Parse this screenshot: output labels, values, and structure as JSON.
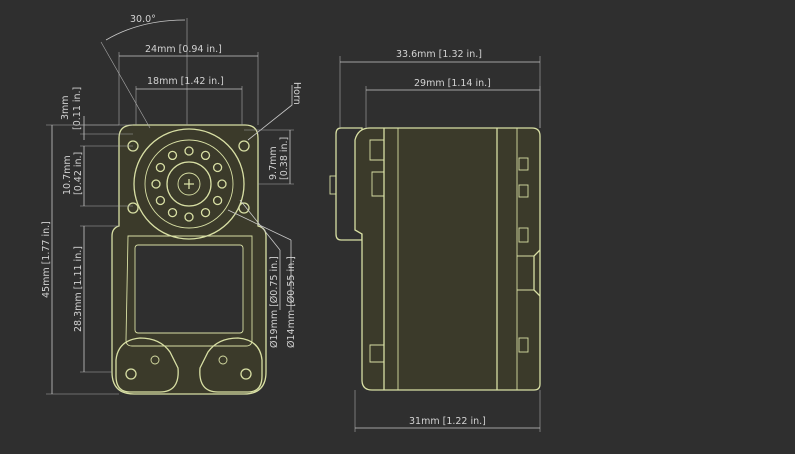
{
  "drawing": {
    "front": {
      "angle": "30.0°",
      "width_24": "24mm [0.94 in.]",
      "width_18": "18mm [1.42 in.]",
      "horn": "Horn",
      "h_3": "3mm",
      "h_3_in": "[0.11 in.]",
      "h_10_7": "10.7mm",
      "h_10_7_in": "[0.42 in.]",
      "h_9_7": "9.7mm",
      "h_9_7_in": "[0.38 in.]",
      "h_45": "45mm [1.77 in.]",
      "h_28_3": "28.3mm [1.11 in.]",
      "d_19": "Ø19mm [Ø0.75 in.]",
      "d_14": "Ø14mm [Ø0.55 in.]"
    },
    "side": {
      "w_33_6": "33.6mm [1.32 in.]",
      "w_29": "29mm [1.14 in.]",
      "w_31": "31mm [1.22 in.]"
    },
    "colors": {
      "background": "#2f2f2f",
      "outline": "#d8dfa4",
      "dimension": "#c9c9c9"
    }
  }
}
